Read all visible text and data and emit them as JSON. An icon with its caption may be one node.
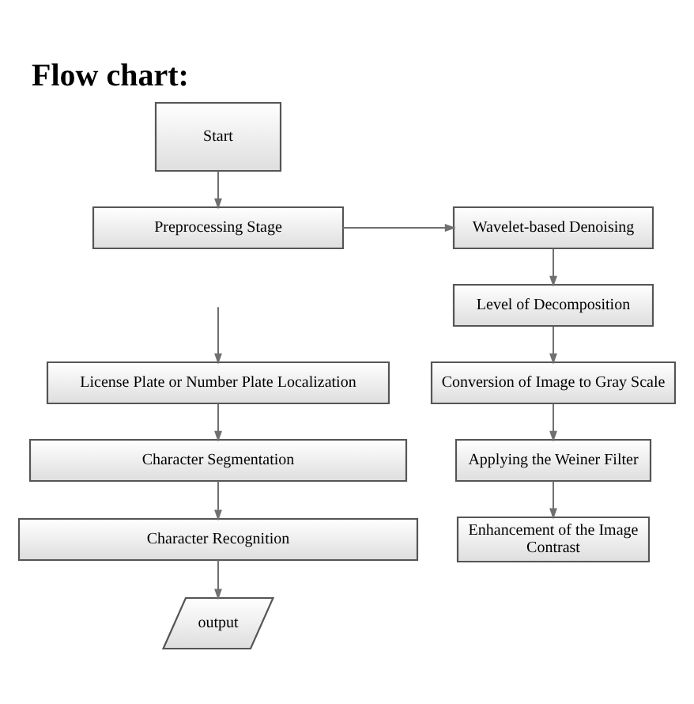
{
  "diagram": {
    "title": "Flow chart:",
    "nodes": [
      {
        "text": [
          "Start"
        ]
      },
      {
        "text": [
          "Preprocessing Stage"
        ]
      },
      {
        "text": [
          "Wavelet-based Denoising"
        ]
      },
      {
        "text": [
          "Level of Decomposition"
        ]
      },
      {
        "text": [
          "License Plate or Number Plate Localization"
        ]
      },
      {
        "text": [
          "Conversion of Image to Gray Scale"
        ]
      },
      {
        "text": [
          "Applying the Weiner Filter"
        ]
      },
      {
        "text": [
          "Character Segmentation"
        ]
      },
      {
        "text": [
          "Enhancement of the Image Contrast"
        ]
      },
      {
        "text": [
          "Character Recognition"
        ]
      },
      {
        "text": [
          "output"
        ]
      }
    ],
    "edges": [
      {
        "from": 0,
        "to": 1,
        "arrow": "to"
      },
      {
        "from": 1,
        "to": 2,
        "arrow": "to"
      },
      {
        "from": 2,
        "to": 3,
        "arrow": "to"
      },
      {
        "from": 3,
        "to": 5,
        "arrow": "to"
      },
      {
        "from": 5,
        "to": 6,
        "arrow": "to"
      },
      {
        "from": 6,
        "to": 8,
        "arrow": "to"
      },
      {
        "from": null,
        "to": 4,
        "arrow": "to"
      },
      {
        "from": 4,
        "to": 7,
        "arrow": "to"
      },
      {
        "from": 7,
        "to": 9,
        "arrow": "to"
      },
      {
        "from": 9,
        "to": 10,
        "arrow": "to"
      }
    ]
  }
}
